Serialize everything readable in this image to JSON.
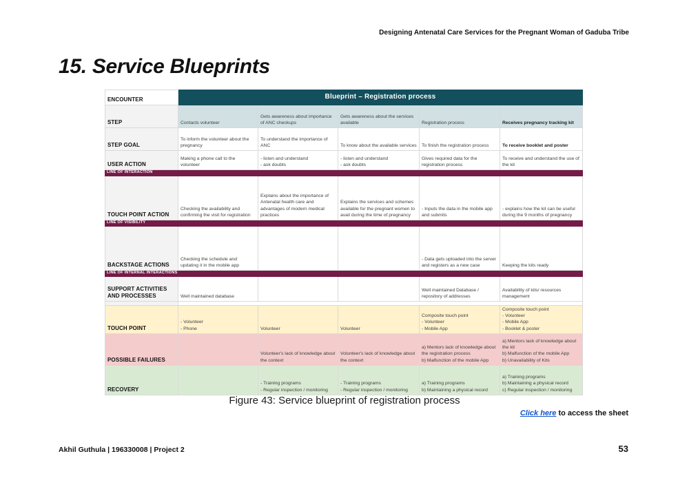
{
  "header": {
    "running_title": "Designing Antenatal Care Services for the Pregnant Woman of Gaduba Tribe"
  },
  "page": {
    "title": "15. Service Blueprints",
    "caption": "Figure 43: Service blueprint of registration process",
    "link_text": "Click here",
    "link_suffix": " to access the sheet",
    "footer_left": "Akhil Guthula | 196330008 | Project 2",
    "page_number": "53"
  },
  "colors": {
    "header_teal": "#134f5c",
    "divider_maroon": "#741b47",
    "step_row_cyan": "#d0e0e3",
    "touch_point_yellow": "#fff2cc",
    "failures_pink": "#f4cccc",
    "recovery_green": "#d9ead3",
    "label_grey": "#f3f3f3",
    "link_blue": "#1155cc"
  },
  "table": {
    "title": "Blueprint – Registration process",
    "corner": "ENCOUNTER",
    "dividers": {
      "interaction": "LINE OF INTERACTION",
      "visibility": "LINE OF VISIBILITY",
      "internal": "LINE OF INTERNAL INTERACTIONS"
    },
    "rows": {
      "step": {
        "label": "STEP",
        "cells": [
          "Contacts volunteer",
          "Gets awareness about importance of ANC checkups",
          "Gets awareness about the services available",
          "Registration process",
          "Receives pregnancy tracking kit"
        ]
      },
      "step_goal": {
        "label": "STEP GOAL",
        "cells": [
          "To inform the volunteer about the pregnancy",
          "To understand the importance of ANC",
          "To know about the available services",
          "To finish the registration process",
          "To receive booklet and poster"
        ]
      },
      "user_action": {
        "label": "USER ACTION",
        "cells": [
          "Making a phone call to the volunteer",
          "- listen and understand\n- ask doubts",
          "- listen and understand\n- ask doubts",
          "Gives required data for the registration process",
          "To receive and understand the use of the kit"
        ]
      },
      "touch_point_action": {
        "label": "TOUCH POINT ACTION",
        "cells": [
          "Checking the availability and confirming the visit for registration",
          "Explains about the importance of Antenatal health care and advantages of modern medical practices",
          "Explains the services and schemes available for the pregnant women to avail during the time of pregnancy",
          "- Inputs the data in the mobile app and submits",
          "- explains how the kit can be useful during the 9 months of pregnancy"
        ]
      },
      "backstage_actions": {
        "label": "BACKSTAGE ACTIONS",
        "cells": [
          "Checking the schedule and updating it in the mobile app",
          "",
          "",
          "- Data gets uploaded into the server and registers as a new case",
          "Keeping the kits ready"
        ]
      },
      "support": {
        "label": "SUPPORT ACTIVITIES AND PROCESSES",
        "cells": [
          "Well maintained database",
          "",
          "",
          "Well maintained Database / repository of addresses",
          "Availability of kits/ resources management"
        ]
      },
      "touch_point": {
        "label": "TOUCH POINT",
        "cells": [
          "- Volunteer\n- Phone",
          "Volunteer",
          "Volunteer",
          "Composite touch point\n- Volunteer\n- Mobile App",
          "Composite touch point\n- Volunteer\n- Mobile App\n- Booklet & poster"
        ]
      },
      "possible_failures": {
        "label": "POSSIBLE FAILURES",
        "cells": [
          "",
          "Volunteer's lack of knowledge about the context",
          "Volunteer's lack of knowledge about the context",
          "a) Mentors lack of knowledge about the registration process\nb) Malfunction  of the mobile App",
          "a) Mentors lack of knowledge about the kit\nb) Malfunction of the mobile App\nb) Unavailability of Kits"
        ]
      },
      "recovery": {
        "label": "RECOVERY",
        "cells": [
          "",
          "- Training programs\n- Regular inspection /  monitoring",
          "- Training programs\n- Regular inspection /  monitoring",
          "a) Training programs\nb) Maintaining a physical record",
          "a) Training programs\nb) Maintaining a physical record\nc) Regular inspection /  monitoring"
        ]
      }
    }
  }
}
